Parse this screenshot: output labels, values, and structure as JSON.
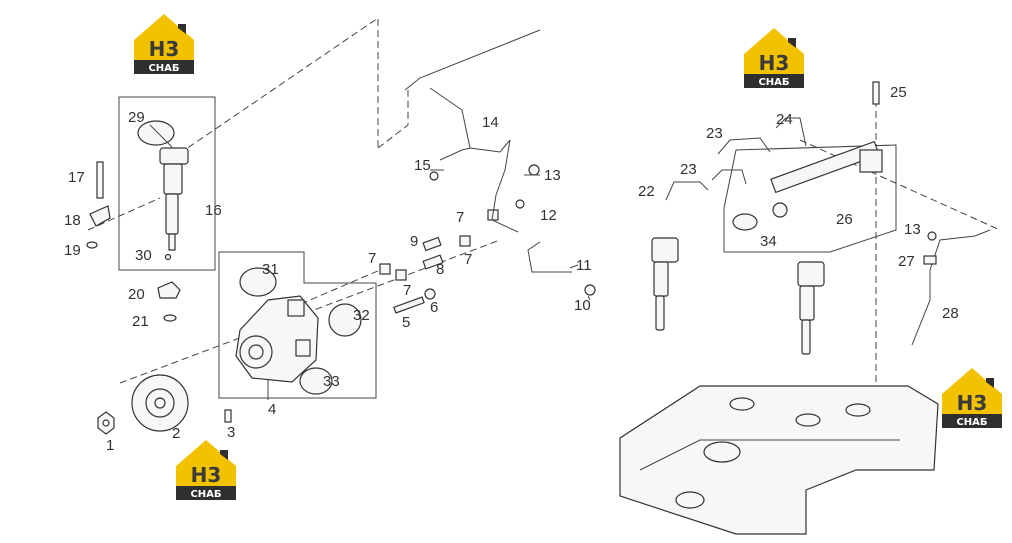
{
  "logo": {
    "line1": "H3",
    "line2": "СНАБ",
    "accent": "#f2c200",
    "dark": "#2f2f2f"
  },
  "callouts": {
    "c1": "1",
    "c2": "2",
    "c3": "3",
    "c4": "4",
    "c5": "5",
    "c6": "6",
    "c7a": "7",
    "c7b": "7",
    "c7c": "7",
    "c7d": "7",
    "c8": "8",
    "c9": "9",
    "c10": "10",
    "c11": "11",
    "c12": "12",
    "c13a": "13",
    "c13b": "13",
    "c14": "14",
    "c15": "15",
    "c16": "16",
    "c17": "17",
    "c18": "18",
    "c19": "19",
    "c20": "20",
    "c21": "21",
    "c22": "22",
    "c23a": "23",
    "c23b": "23",
    "c24": "24",
    "c25": "25",
    "c26": "26",
    "c27": "27",
    "c28": "28",
    "c29": "29",
    "c30": "30",
    "c31": "31",
    "c32": "32",
    "c33": "33",
    "c34": "34"
  }
}
